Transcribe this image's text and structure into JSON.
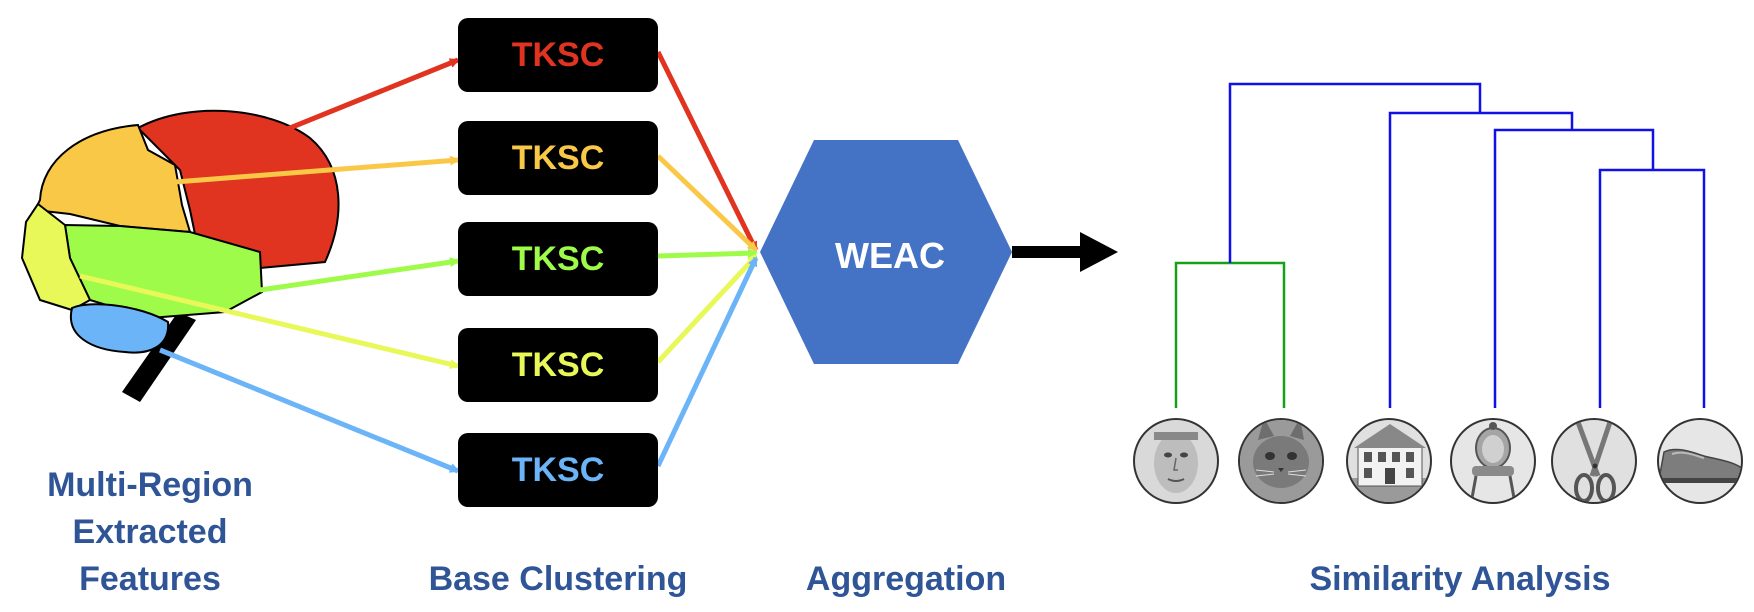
{
  "tksc_boxes": [
    {
      "label": "TKSC",
      "color": "#e03421"
    },
    {
      "label": "TKSC",
      "color": "#f9c846"
    },
    {
      "label": "TKSC",
      "color": "#9efb4a"
    },
    {
      "label": "TKSC",
      "color": "#e8f858"
    },
    {
      "label": "TKSC",
      "color": "#6cb4f8"
    }
  ],
  "aggregator": {
    "label": "WEAC",
    "color": "#4472c4"
  },
  "stage_labels": {
    "features": [
      "Multi-Region",
      "Extracted",
      "Features"
    ],
    "base": "Base Clustering",
    "aggregation": "Aggregation",
    "similarity": "Similarity Analysis"
  },
  "dendrogram": {
    "leaves": [
      "face",
      "cat",
      "house",
      "chair",
      "scissors",
      "shoe"
    ],
    "cluster_colors": {
      "green": "#19a019",
      "blue": "#1010e8"
    }
  },
  "brain_region_colors": {
    "frontal": "#f9c846",
    "parietal": "#e03421",
    "temporal": "#9efb4a",
    "prefrontal": "#e8f858",
    "cerebellum": "#6cb4f8",
    "stem": "#000000"
  }
}
